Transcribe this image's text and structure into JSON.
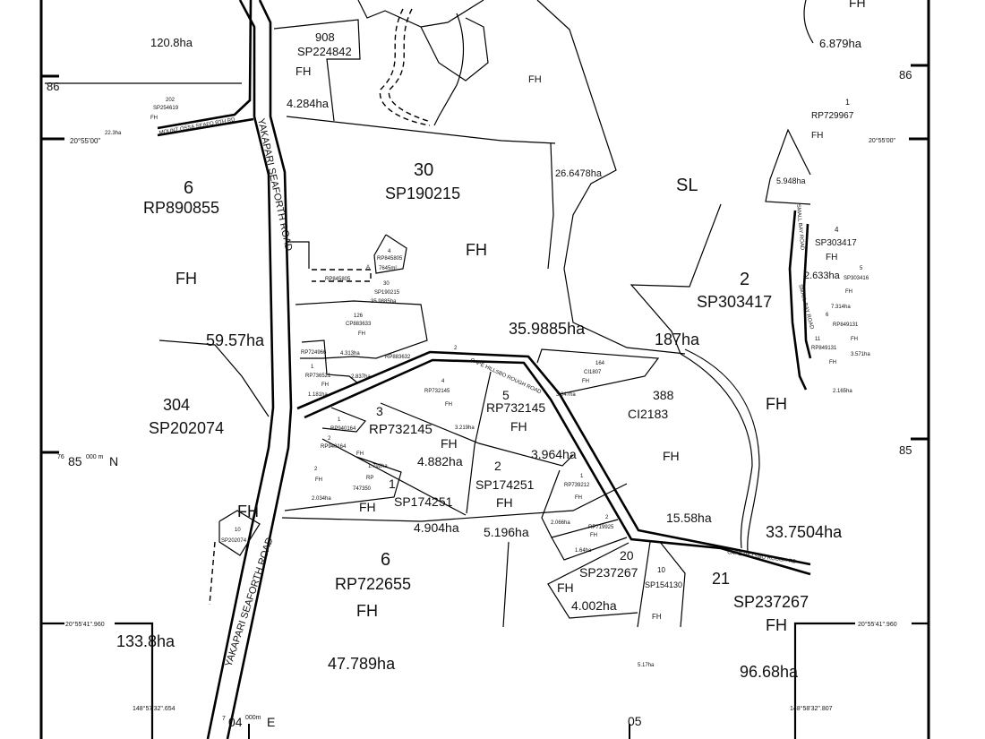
{
  "map": {
    "colors": {
      "line": "#000000",
      "background": "#ffffff"
    },
    "grid": {
      "north_86_left": "86",
      "north_86_right": "86",
      "north_85_right": "85",
      "north_label": {
        "prefix": "76",
        "value": "85",
        "unit": "000 m",
        "dir": "N"
      },
      "east_label": {
        "prefix": "7",
        "value": "04",
        "unit": "000m",
        "dir": "E"
      },
      "east_05": "05",
      "lat_top_left": "20°55'00\"",
      "lat_top_right": "20°55'00\"",
      "lat_bottom_left": "20°55'41\".960",
      "lat_bottom_right": "20°55'41\".960",
      "lon_bottom_left": "148°57'32\".654",
      "lon_bottom_right": "148°58'32\".807"
    },
    "roads": {
      "yakapari_upper": "YAKAPARI SEAFORTH ROAD",
      "yakapari_lower": "YAKAPARI SEAFORTH ROAD",
      "mount_ossa": "MOUNT OSSA SEAFO RTH RD",
      "cape_upper": "CAPE HILLSBO ROUGH ROAD",
      "cape_lower": "CAPE HILLSBO ROUGH RD",
      "small_bay": "SMALL BAY ROAD",
      "small_bay_2": "SMALL BAY ROAD"
    },
    "labels": {
      "a120_8": "120.8ha",
      "l908": "908",
      "sp224842": "SP224842",
      "fh908": "FH",
      "a4_284": "4.284ha",
      "fh_top_right": "FH",
      "a6_879": "6.879ha",
      "l202": "202",
      "sp254619": "SP254619",
      "fh202": "FH",
      "a22_3": "22.3ha",
      "fh_top_mid": "FH",
      "l1_rp729967": "1",
      "rp729967": "RP729967",
      "fh_rp729967": "FH",
      "l30": "30",
      "sp190215": "SP190215",
      "a26_6478": "26.6478ha",
      "fh30": "FH",
      "l6_top": "6",
      "rp890855": "RP890855",
      "fh6_top": "FH",
      "sl": "SL",
      "a5_948": "5.948ha",
      "l4_sp303417": "4",
      "sp303417_small": "SP303417",
      "fh4": "FH",
      "a2_633": "2.633ha",
      "l5": "5",
      "sp303416": "SP303416",
      "fh5": "FH",
      "a7_314": "7.314ha",
      "l6_rp849131": "6",
      "rp849131_a": "RP849131",
      "l11": "11",
      "fh11a": "FH",
      "rp849131_b": "RP849131",
      "a3_571": "3.571ha",
      "fh11b": "FH",
      "a2_165": "2.165ha",
      "l2_sp303417": "2",
      "sp303417": "SP303417",
      "l4_rp845805": "4",
      "rp845805": "RP845805",
      "a7645": "7645m²",
      "easement_a": "A",
      "rp845805_b": "RP845805",
      "l30_small": "30",
      "sp190215_small": "SP190215",
      "a35_9885_small": "35.9885ha",
      "l126": "126",
      "cp883633": "CP883633",
      "fh126": "FH",
      "a59_57": "59.57ha",
      "a35_9885": "35.9885ha",
      "a187": "187ha",
      "rp724966": "RP724966",
      "a4_313": "4.313ha",
      "rp883632": "RP883632",
      "l2_road": "2",
      "l1_rp736521": "1",
      "rp736521": "RP736521",
      "fh_rp736521": "FH",
      "a1_181": "1.181ha",
      "a2_837": "2.837ha",
      "l164": "164",
      "ci1807": "CI1807",
      "fh164": "FH",
      "a3_047": "3.047ha",
      "l4_rp732145": "4",
      "rp732145_4": "RP732145",
      "fh4b": "FH",
      "a3_219": "3.219ha",
      "l5_rp732145": "5",
      "rp732145_5": "RP732145",
      "fh5b": "FH",
      "l388": "388",
      "ci2183": "CI2183",
      "fh388": "FH",
      "fh_east": "FH",
      "l304": "304",
      "sp202074": "SP202074",
      "l3": "3",
      "rp732145_3": "RP732145",
      "fh3": "FH",
      "a4_882": "4.882ha",
      "l1_rp940164": "1",
      "rp940164_1": "RP940164",
      "l2_rp940164": "2",
      "rp940164_2": "RP940164",
      "fh_rp940164": "FH",
      "a3_964": "3.964ha",
      "l1_rp739212": "1",
      "rp739212": "RP739212",
      "fh_rp739212": "FH",
      "a2_066": "2.066ha",
      "l2_rp719925": "2",
      "rp719925": "RP719925",
      "fh_rp719925": "FH",
      "a1_64": "1.64ha",
      "l1_sp174251": "1",
      "sp174251_1": "SP174251",
      "fh1_sp174251": "FH",
      "l2_sp174251": "2",
      "sp174251_2": "SP174251",
      "fh2_sp174251": "FH",
      "a1_792": "1.792ha",
      "rp747350a": "RP",
      "rp747350b": "747350",
      "l2_rp747350": "2",
      "fh_rp747350": "FH",
      "a2_034": "2.034ha",
      "fh_west": "FH",
      "a15_58": "15.58ha",
      "a33_7504": "33.7504ha",
      "l10_sp202074": "10",
      "sp202074_small": "SP202074",
      "a4_904": "4.904ha",
      "a5_196": "5.196ha",
      "l20": "20",
      "sp237267_20": "SP237267",
      "fh20": "FH",
      "a4_002": "4.002ha",
      "l10_sp154130": "10",
      "sp154130": "SP154130",
      "fh10": "FH",
      "l21": "21",
      "sp237267_21": "SP237267",
      "fh21": "FH",
      "l6_rp722655": "6",
      "rp722655": "RP722655",
      "fh6": "FH",
      "a133_8": "133.8ha",
      "a47_789": "47.789ha",
      "a96_68": "96.68ha",
      "a5_17": "5.17ha"
    }
  }
}
